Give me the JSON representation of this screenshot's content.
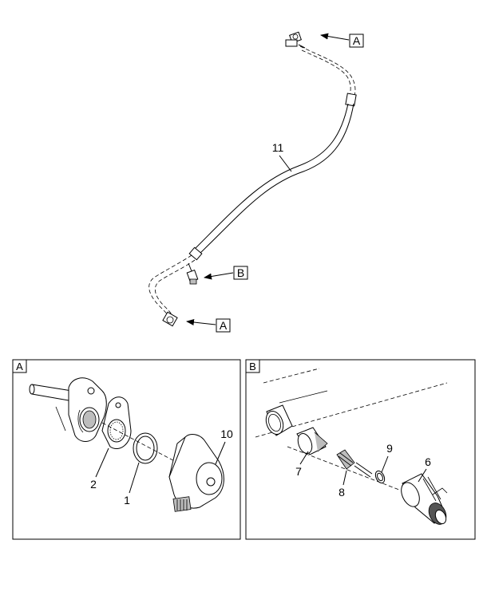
{
  "callouts": {
    "top_a": "A",
    "mid_b": "B",
    "bottom_a": "A",
    "part_11": "11"
  },
  "panel_a": {
    "label": "A",
    "parts": [
      "2",
      "1",
      "10"
    ]
  },
  "panel_b": {
    "label": "B",
    "parts": [
      "7",
      "8",
      "9",
      "6"
    ]
  }
}
